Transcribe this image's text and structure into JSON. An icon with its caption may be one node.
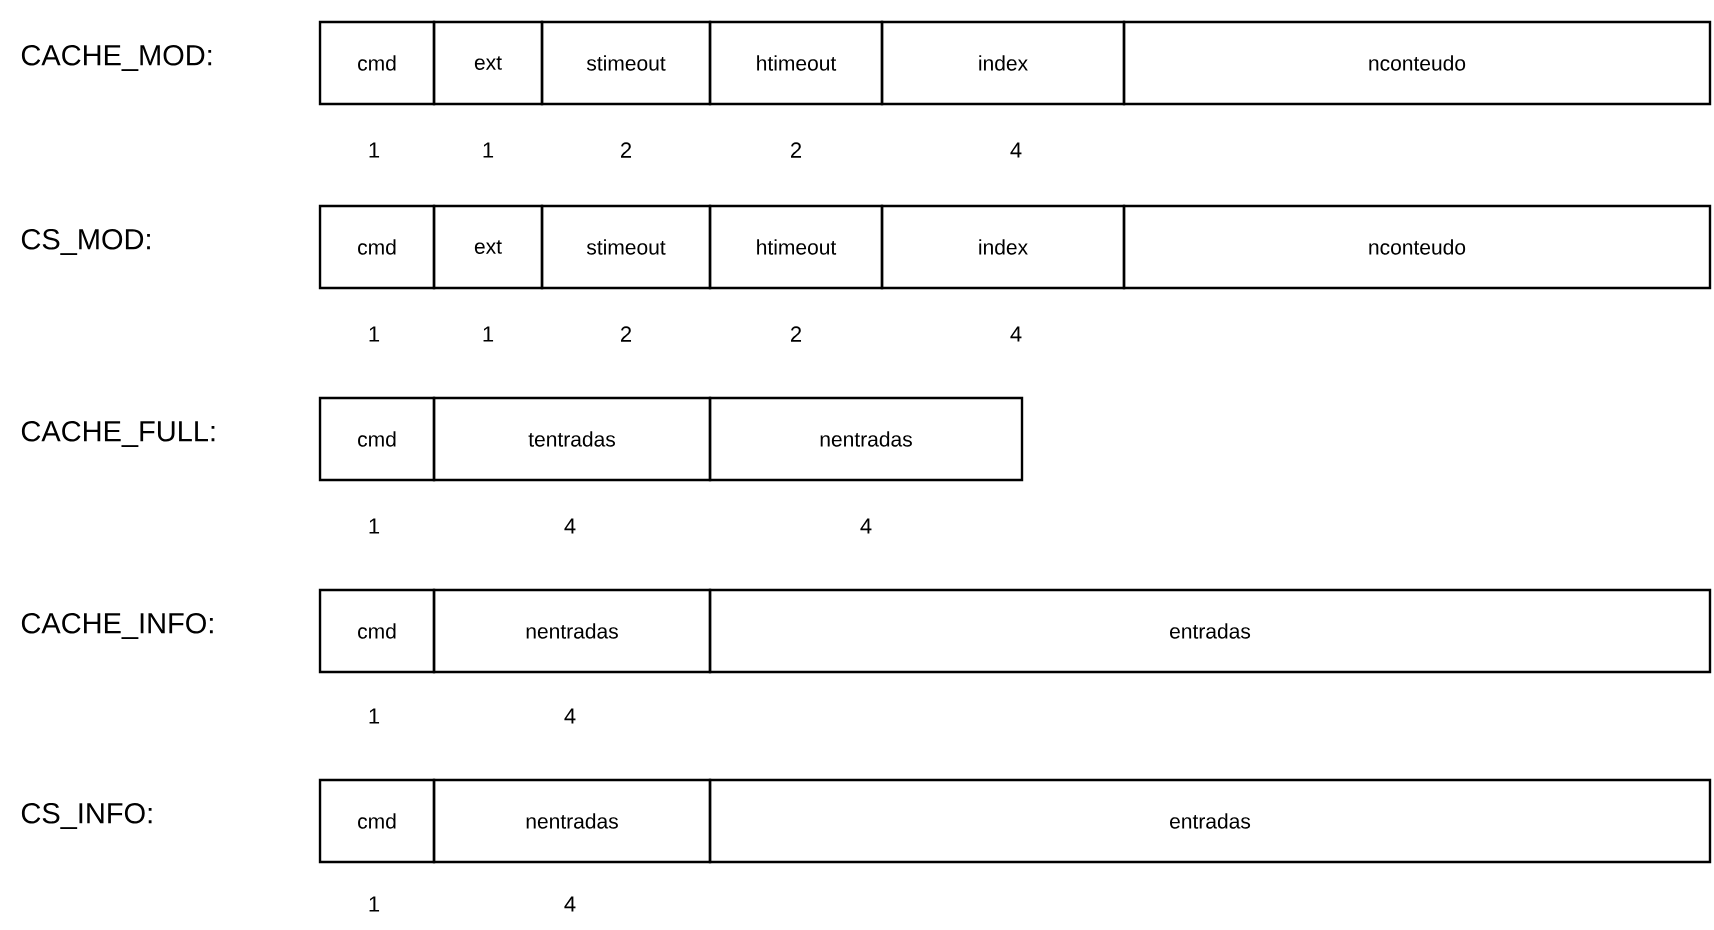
{
  "diagram": {
    "nodes": [
      {
        "text": [
          "cmd"
        ]
      },
      {
        "text": [
          "ext"
        ]
      },
      {
        "text": [
          "stimeout"
        ]
      },
      {
        "text": [
          "htimeout"
        ]
      },
      {
        "text": [
          "index"
        ]
      },
      {
        "text": [
          "nconteudo"
        ]
      },
      {
        "text": [
          "cmd"
        ]
      },
      {
        "text": [
          "ext"
        ]
      },
      {
        "text": [
          "stimeout"
        ]
      },
      {
        "text": [
          "htimeout"
        ]
      },
      {
        "text": [
          "index"
        ]
      },
      {
        "text": [
          "nconteudo"
        ]
      },
      {
        "text": [
          "cmd"
        ]
      },
      {
        "text": [
          "tentradas"
        ]
      },
      {
        "text": [
          "nentradas"
        ]
      },
      {
        "text": [
          "cmd"
        ]
      },
      {
        "text": [
          "nentradas"
        ]
      },
      {
        "text": [
          "entradas"
        ]
      },
      {
        "text": [
          "cmd"
        ]
      },
      {
        "text": [
          "nentradas"
        ]
      },
      {
        "text": [
          "entradas"
        ]
      }
    ],
    "labels": [
      "CACHE_MOD:",
      "1",
      "1",
      "2",
      "2",
      "4",
      "CS_MOD:",
      "1",
      "1",
      "2",
      "2",
      "4",
      "CACHE_FULL:",
      "1",
      "4",
      "4",
      "CACHE_INFO:",
      "1",
      "4",
      "CS_INFO:",
      "1",
      "4"
    ]
  }
}
